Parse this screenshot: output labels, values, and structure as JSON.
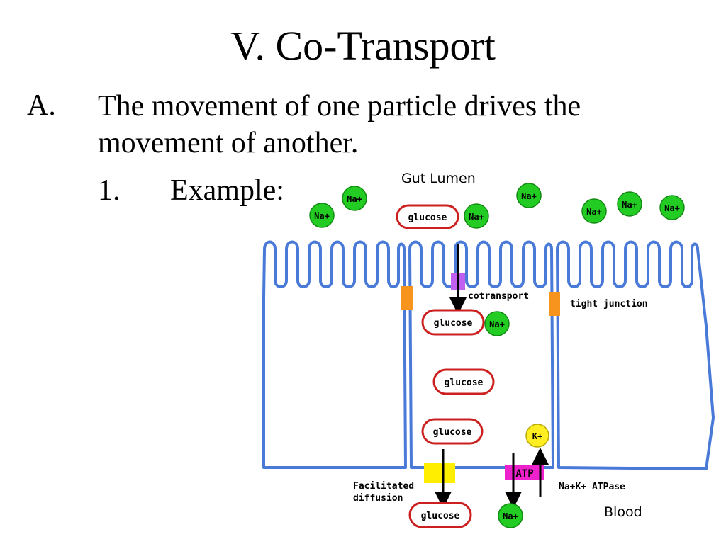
{
  "slide": {
    "title": "V.  Co-Transport",
    "bullet_a": {
      "marker": "A.",
      "text": "The movement of one particle drives the movement of another."
    },
    "bullet_1": {
      "marker": "1.",
      "text": "Example:"
    }
  },
  "diagram": {
    "labels": {
      "gut_lumen": "Gut Lumen",
      "blood": "Blood",
      "cotransport": "cotransport",
      "tight_junction": "tight junction",
      "facilitated_line1": "Facilitated",
      "facilitated_line2": "diffusion",
      "atpase": "Na+K+ ATPase",
      "atp": "ATP"
    },
    "molecules": {
      "sodium": "Na+",
      "potassium": "K+",
      "glucose": "glucose"
    },
    "colors": {
      "membrane": "#4a7ad8",
      "glucose_outline": "#cc1f1f",
      "sodium_fill": "#22cc22",
      "potassium_fill": "#ffee22",
      "tight_junction": "#f7941d",
      "cotransporter": "#c060f0",
      "atp_pump": "#ee22cc",
      "facilitated_channel": "#ffee00"
    }
  }
}
